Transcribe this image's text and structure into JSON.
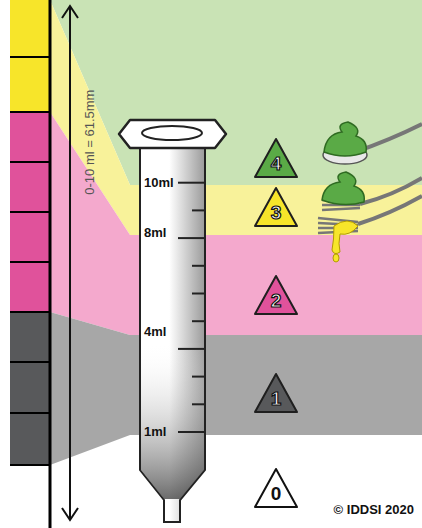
{
  "diagram": {
    "nodes": [
      {
        "text": [
          "4"
        ]
      },
      {
        "text": [
          "3"
        ]
      },
      {
        "text": [
          "2"
        ]
      },
      {
        "text": [
          "1"
        ]
      },
      {
        "text": [
          "0"
        ]
      }
    ],
    "labels": [
      "0-10 ml = 61.5mm",
      "10ml",
      "8ml",
      "4ml",
      "1ml",
      "© IDDSI 2020"
    ]
  }
}
